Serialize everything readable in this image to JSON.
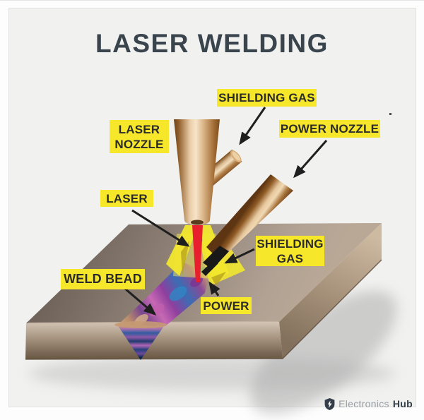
{
  "title": "LASER WELDING",
  "labels": {
    "shielding_gas_top": "SHIELDING GAS",
    "laser_nozzle": "LASER\nNOZZLE",
    "power_nozzle": "POWER NOZZLE",
    "laser": "LASER",
    "shielding_gas_right": "SHIELDING\nGAS",
    "weld_bead": "WELD BEAD",
    "power": "POWER"
  },
  "branding": {
    "logo_text_light": "Electronics",
    "logo_text_bold": "Hub",
    "logo_icon": "shield-icon"
  },
  "colors": {
    "panel_bg": "#f1f1f0",
    "title_text": "#39444d",
    "label_bg": "#f7e72b",
    "label_text": "#2b2b2b",
    "arrow": "#1f1f1f",
    "laser_beam": "#e8202e",
    "flare_yellow": "#f2e72e",
    "copper_dark": "#70421a",
    "copper_light": "#f7e4c9",
    "metal_top": "#93857a",
    "metal_front": "#a99783",
    "metal_side": "#a8937c",
    "logo_gray": "#98a0a6",
    "logo_dark": "#333e48"
  }
}
